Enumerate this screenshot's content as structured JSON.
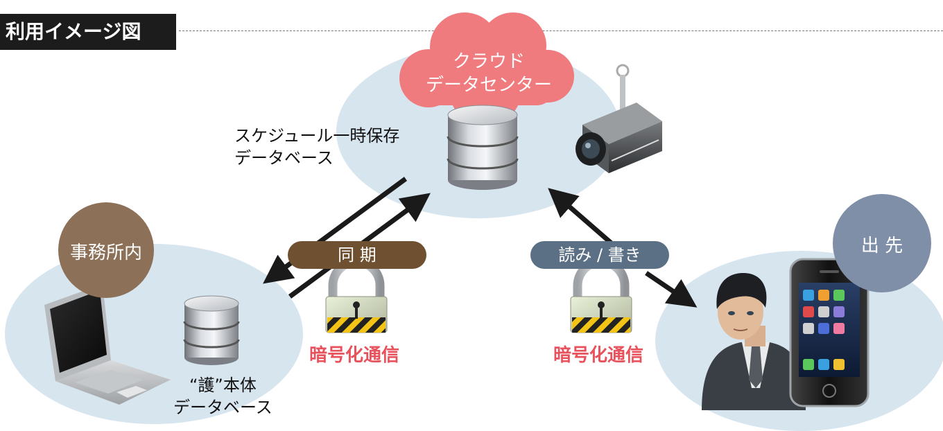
{
  "header": {
    "title": "利用イメージ図"
  },
  "cloud": {
    "line1": "クラウド",
    "line2": "データセンター"
  },
  "schedule_db": {
    "line1": "スケジュール一時保存",
    "line2": "データベース"
  },
  "office": {
    "label": "事務所内",
    "db_line1": "“護”本体",
    "db_line2": "データベース"
  },
  "remote": {
    "label": "出 先"
  },
  "sync": {
    "label": "同 期",
    "encryption": "暗号化通信"
  },
  "readwrite": {
    "label": "読み / 書き",
    "encryption": "暗号化通信"
  },
  "colors": {
    "cloud": "#f07b7e",
    "ellipse": "#d7e5ef",
    "office_circle": "#8c7058",
    "remote_circle": "#7f8fa8",
    "sync_pill": "#6f5030",
    "readwrite_pill": "#5b6f85",
    "encryption_text": "#e8525c"
  }
}
